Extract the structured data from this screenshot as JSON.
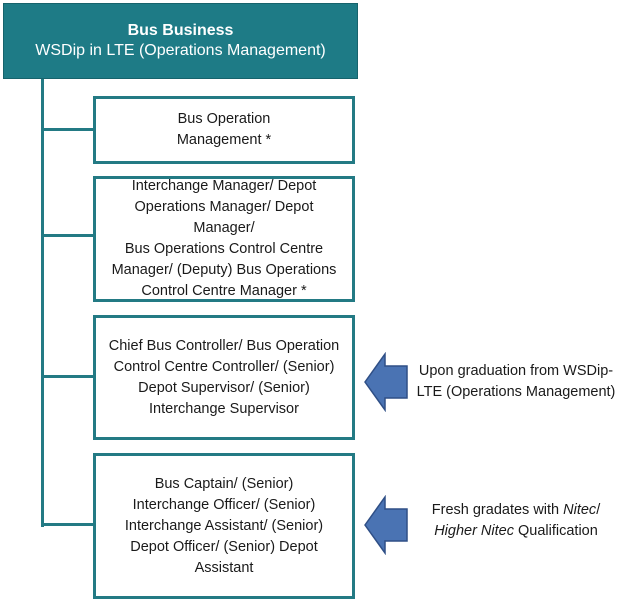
{
  "header": {
    "title": "Bus Business",
    "subtitle": "WSDip in LTE (Operations Management)"
  },
  "levels": [
    {
      "label": "Bus Operation\nManagement *"
    },
    {
      "label": "Interchange Manager/ Depot\nOperations Manager/ Depot Manager/\nBus Operations Control Centre\nManager/ (Deputy) Bus Operations\nControl Centre Manager *"
    },
    {
      "label": "Chief Bus Controller/ Bus Operation\nControl Centre Controller/ (Senior)\nDepot Supervisor/ (Senior)\nInterchange Supervisor"
    },
    {
      "label": "Bus Captain/ (Senior)\nInterchange Officer/ (Senior)\nInterchange Assistant/ (Senior)\nDepot Officer/ (Senior) Depot\nAssistant"
    }
  ],
  "notes": {
    "graduation": {
      "line1": "Upon graduation from WSDip-",
      "line2": "LTE (Operations Management)"
    },
    "fresh": {
      "prefix": "Fresh gradates with ",
      "nitec": "Nitec",
      "slash": "/",
      "higher_nitec": "Higher Nitec",
      "suffix": " Qualification"
    }
  },
  "colors": {
    "header_bg": "#1e7b86",
    "line": "#237a84",
    "arrow_fill": "#4a73b3",
    "arrow_stroke": "#2f4f86"
  }
}
